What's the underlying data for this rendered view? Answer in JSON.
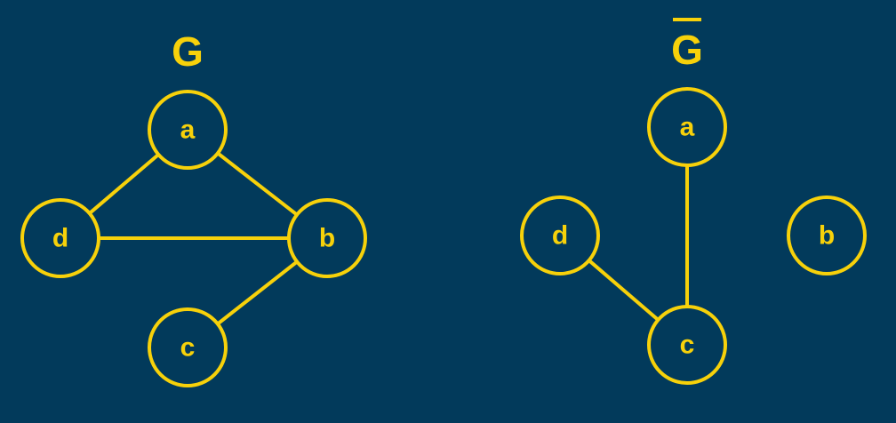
{
  "colors": {
    "background": "#023a5b",
    "accent": "#f7d10a"
  },
  "graphs": [
    {
      "id": "G",
      "title": "G",
      "title_overline": false,
      "nodes": [
        {
          "id": "a",
          "label": "a"
        },
        {
          "id": "b",
          "label": "b"
        },
        {
          "id": "c",
          "label": "c"
        },
        {
          "id": "d",
          "label": "d"
        }
      ],
      "edges": [
        [
          "a",
          "d"
        ],
        [
          "a",
          "b"
        ],
        [
          "d",
          "b"
        ],
        [
          "b",
          "c"
        ]
      ]
    },
    {
      "id": "G-complement",
      "title": "G",
      "title_overline": true,
      "nodes": [
        {
          "id": "a",
          "label": "a"
        },
        {
          "id": "b",
          "label": "b"
        },
        {
          "id": "c",
          "label": "c"
        },
        {
          "id": "d",
          "label": "d"
        }
      ],
      "edges": [
        [
          "a",
          "c"
        ],
        [
          "d",
          "c"
        ]
      ]
    }
  ]
}
